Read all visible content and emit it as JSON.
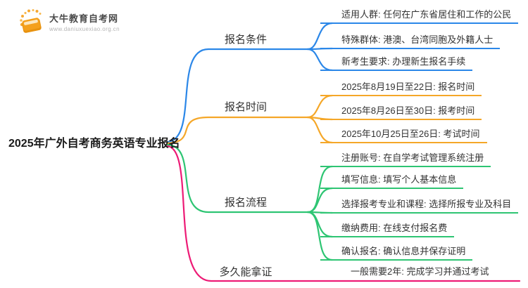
{
  "logo": {
    "site_name": "大牛教育自考网",
    "site_url": "www.daniuxuexiao.org.cn",
    "icon": "book-sun-icon"
  },
  "colors": {
    "blue": "#2B87E8",
    "orange": "#F5A728",
    "green": "#2EC573",
    "pink": "#ED1B76",
    "text": "#333333"
  },
  "mindmap": {
    "root": "2025年广外自考商务英语专业报名",
    "branches": [
      {
        "label": "报名条件",
        "color": "#2B87E8",
        "children": [
          "适用人群: 任何在广东省居住和工作的公民",
          "特殊群体: 港澳、台湾同胞及外籍人士",
          "新考生要求: 办理新生报名手续"
        ]
      },
      {
        "label": "报名时间",
        "color": "#F5A728",
        "children": [
          "2025年8月19日至22日: 报名时间",
          "2025年8月26日至30日: 报考时间",
          "2025年10月25日至26日: 考试时间"
        ]
      },
      {
        "label": "报名流程",
        "color": "#2EC573",
        "children": [
          "注册账号: 在自学考试管理系统注册",
          "填写信息: 填写个人基本信息",
          "选择报考专业和课程: 选择所报专业及科目",
          "缴纳费用: 在线支付报名费",
          "确认报名: 确认信息并保存证明"
        ]
      },
      {
        "label": "多久能拿证",
        "color": "#ED1B76",
        "children": [
          "一般需要2年: 完成学习并通过考试"
        ]
      }
    ]
  }
}
